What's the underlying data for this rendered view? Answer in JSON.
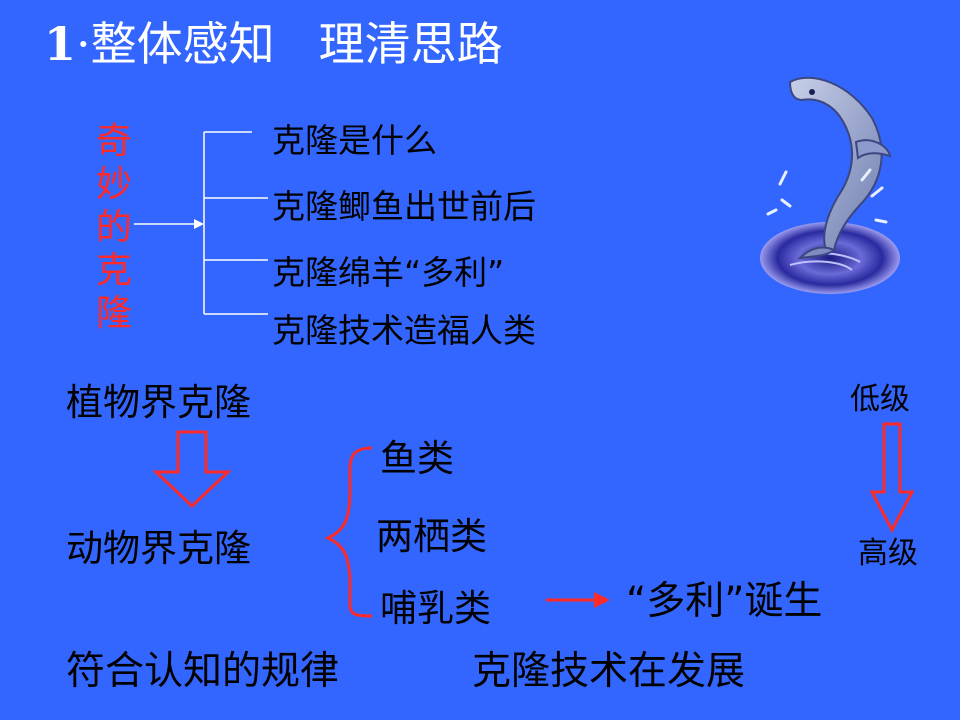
{
  "title": {
    "number": "1",
    "separator": "·",
    "part1": "整体感知",
    "part2": "理清思路"
  },
  "vertical_title": "奇妙的克隆",
  "branches": [
    "克隆是什么",
    "克隆鲫鱼出世前后",
    "克隆绵羊“多利”",
    "克隆技术造福人类"
  ],
  "plant": "植物界克隆",
  "animal": "动物界克隆",
  "animal_types": [
    "鱼类",
    "两栖类",
    "哺乳类"
  ],
  "dolly_birth": "“多利”诞生",
  "levels": {
    "low": "低级",
    "high": "高级"
  },
  "summary": {
    "rule": "符合认知的规律",
    "tech": "克隆技术在发展"
  },
  "colors": {
    "background": "#3366ff",
    "accent_red": "#ff2a2a",
    "line_white": "#ffffff"
  },
  "icons": [
    "dolphin-icon"
  ]
}
